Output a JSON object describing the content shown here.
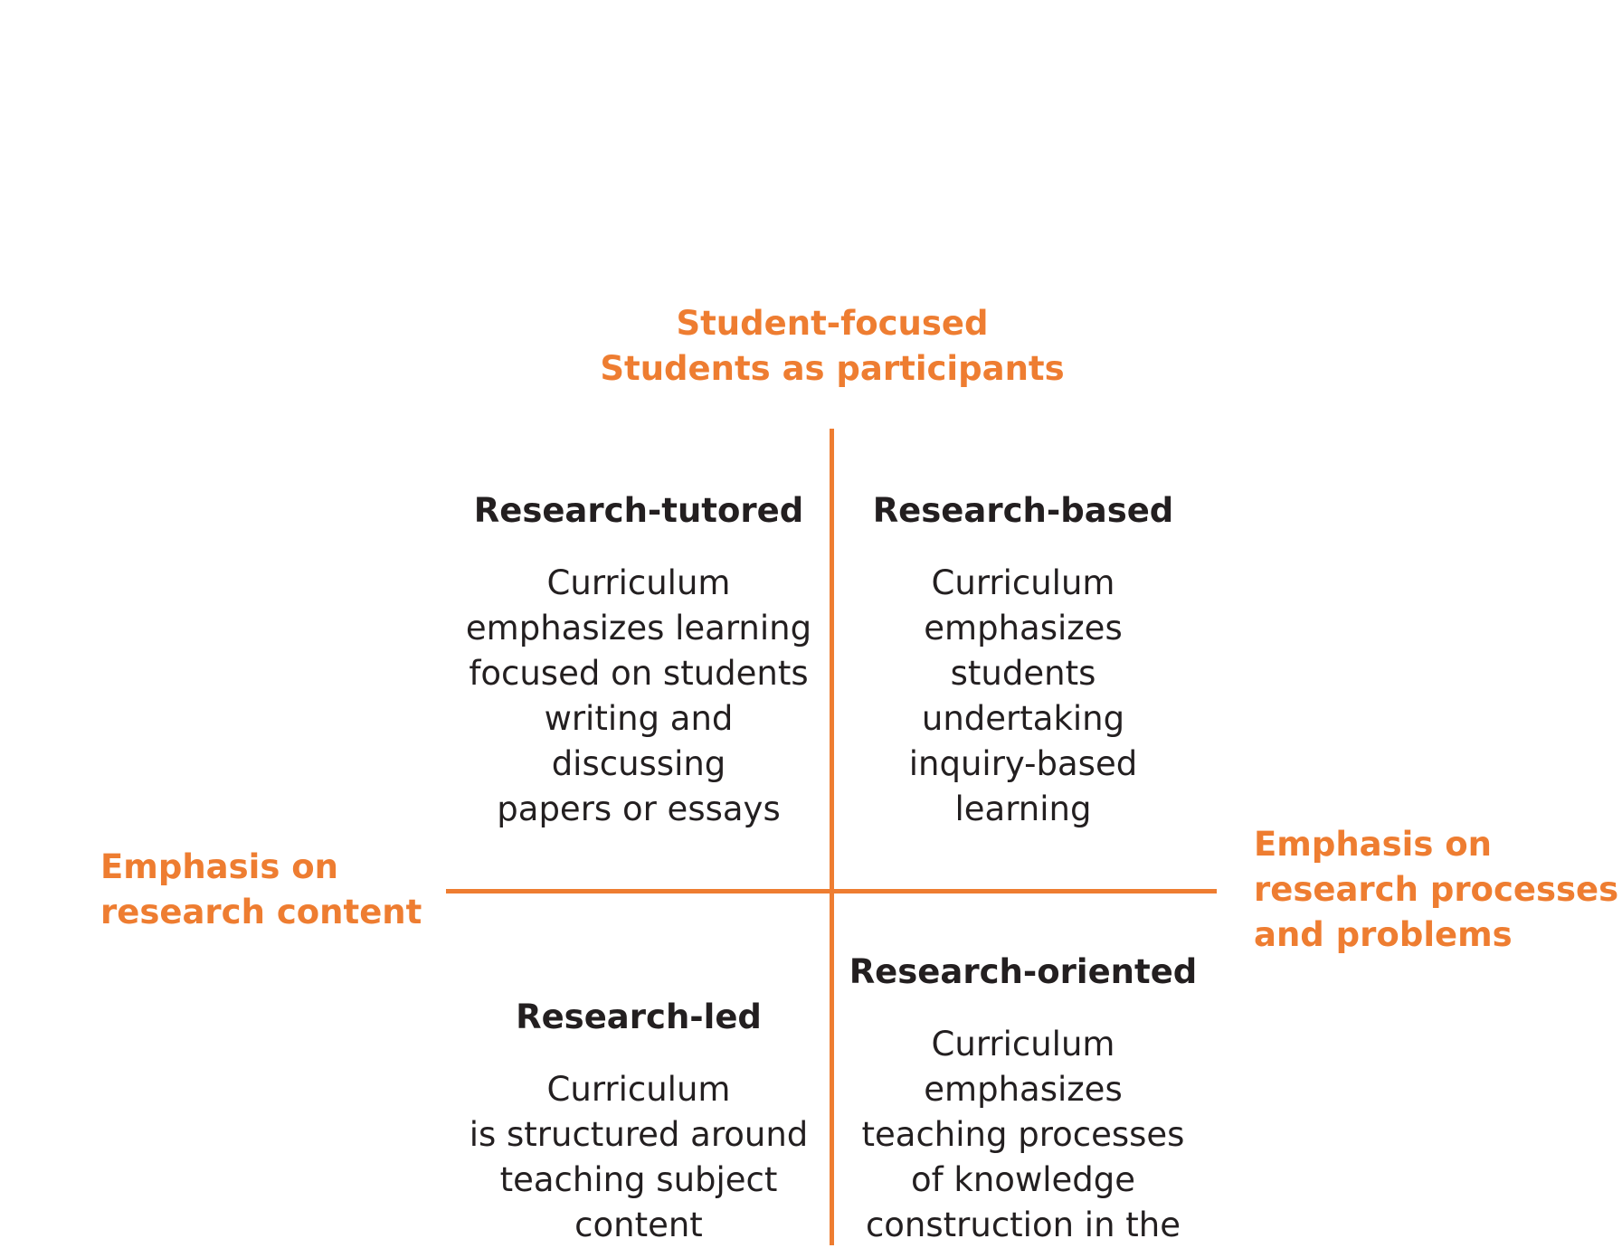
{
  "axes": {
    "top": [
      "Student-focused",
      "Students as participants"
    ],
    "left": [
      "Emphasis on",
      "research content"
    ],
    "right": [
      "Emphasis on",
      "research processes",
      "and problems"
    ]
  },
  "quadrants": {
    "tutored": {
      "title": "Research-tutored",
      "lines": [
        "Curriculum",
        "emphasizes learning",
        "focused on students",
        "writing and",
        "discussing",
        "papers or essays"
      ]
    },
    "based": {
      "title": "Research-based",
      "lines": [
        "Curriculum",
        "emphasizes",
        "students",
        "undertaking",
        "inquiry-based",
        "learning"
      ]
    },
    "led": {
      "title": "Research-led",
      "lines": [
        "Curriculum",
        "is structured around",
        "teaching subject",
        "content"
      ]
    },
    "oriented": {
      "title": "Research-oriented",
      "lines": [
        "Curriculum",
        "emphasizes",
        "teaching processes",
        "of knowledge",
        "construction in the"
      ]
    }
  },
  "colors": {
    "accent": "#ee7d31",
    "text": "#231f20"
  }
}
